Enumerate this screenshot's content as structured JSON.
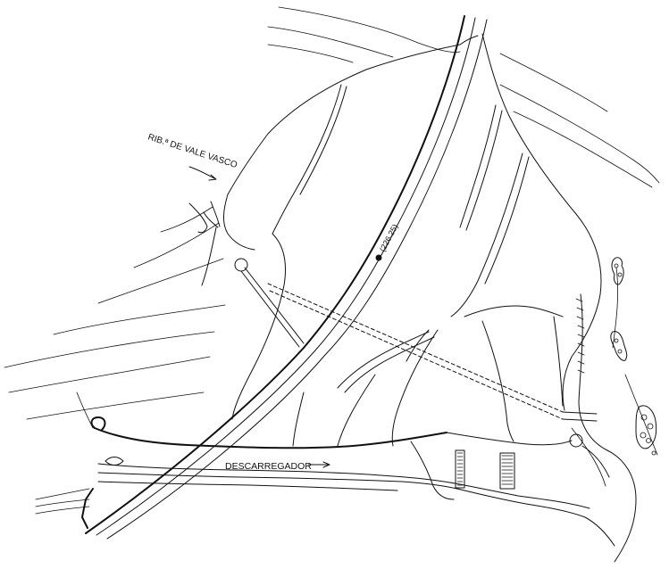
{
  "labels": {
    "stream": "RIB.ª DE VALE VASCO",
    "elevation": "(226.25)",
    "spillway": "DESCARREGADOR"
  },
  "colors": {
    "line": "#111111",
    "background": "#ffffff"
  }
}
